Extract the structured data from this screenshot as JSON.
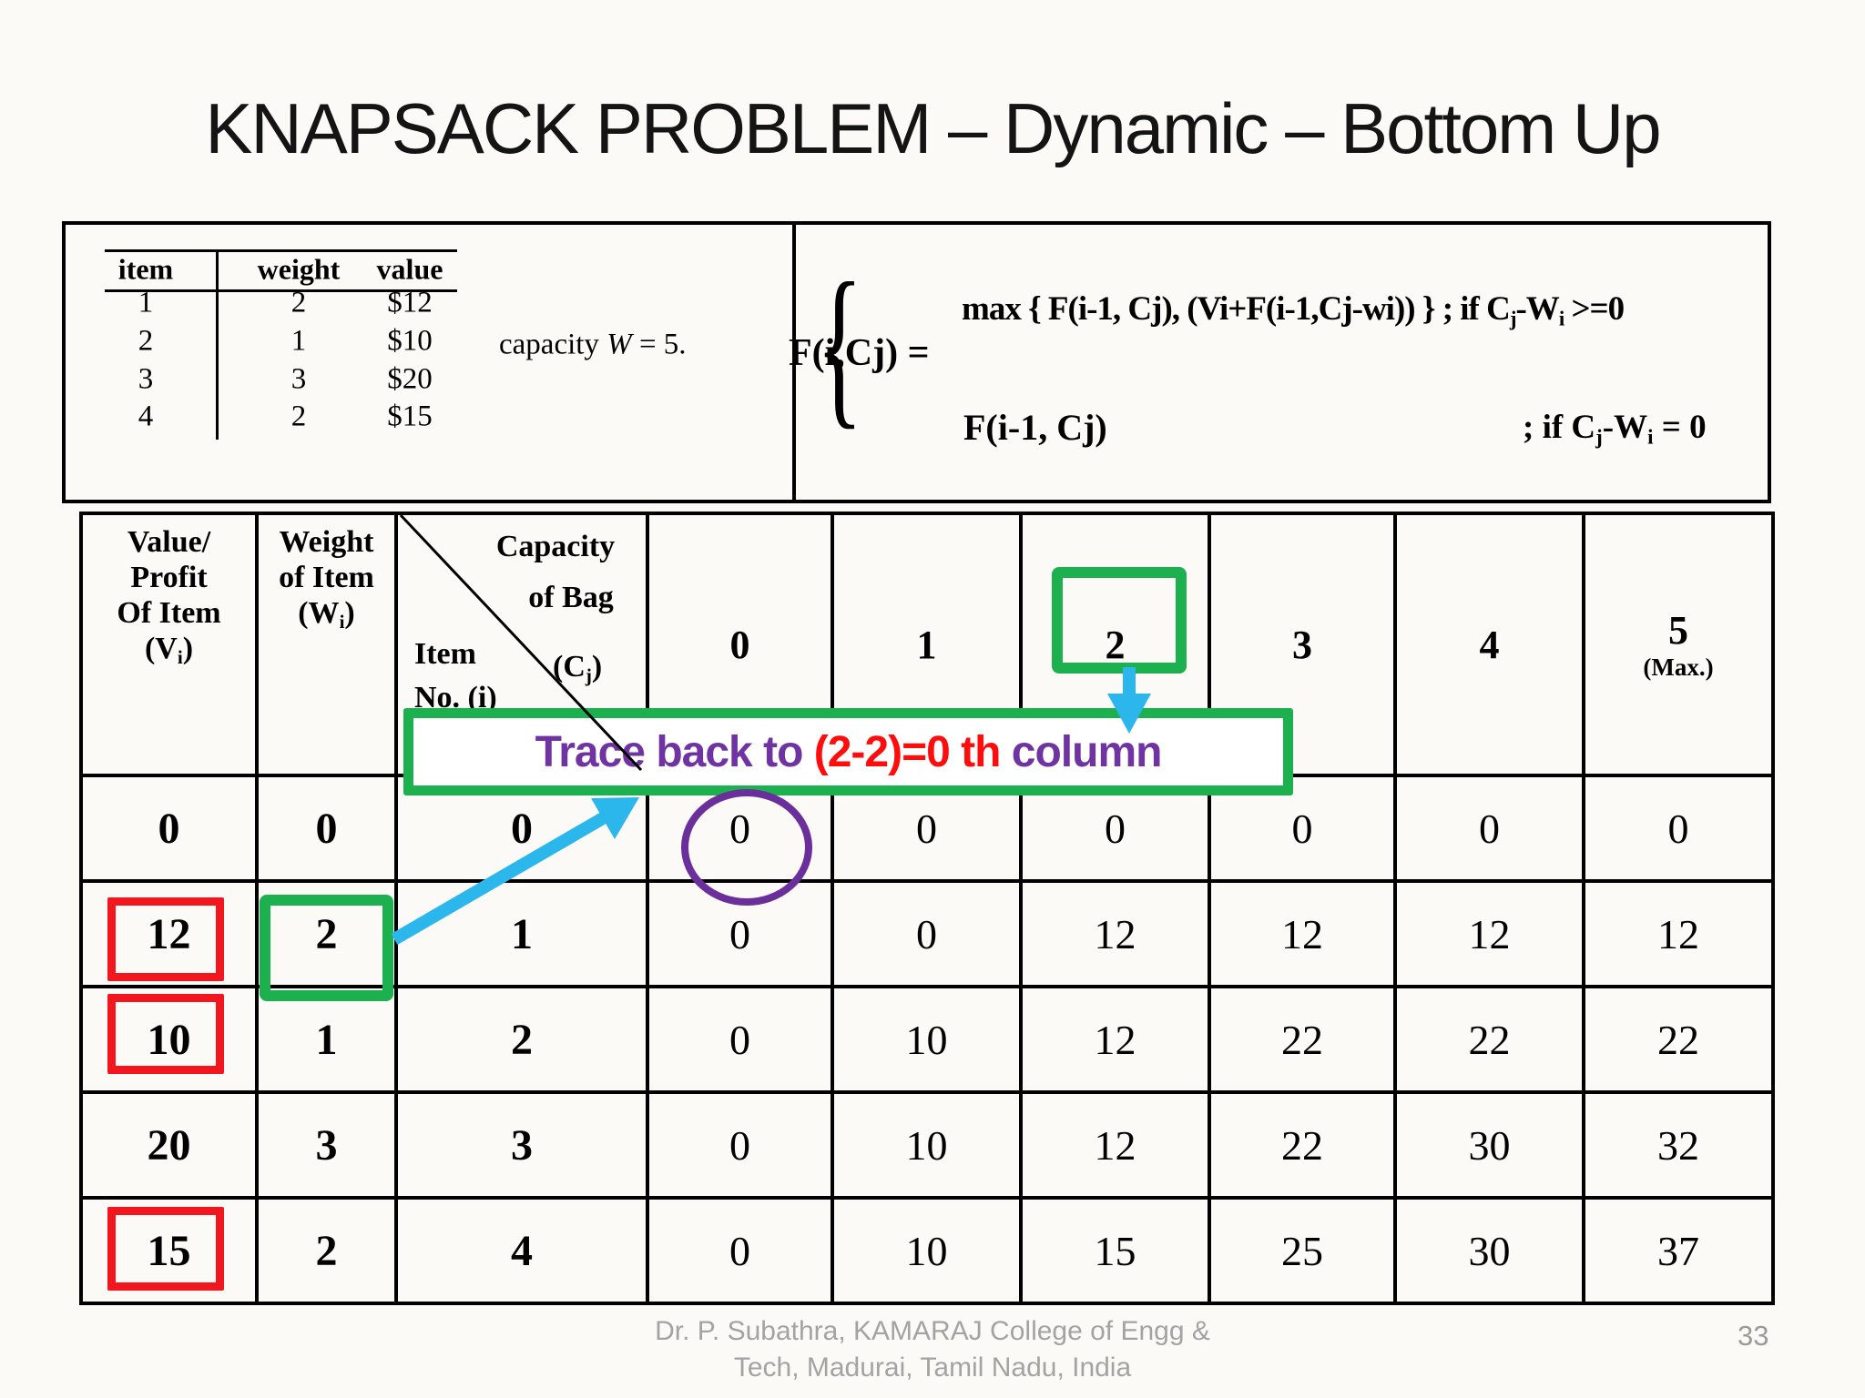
{
  "slide": {
    "title": "KNAPSACK PROBLEM – Dynamic – Bottom Up",
    "footer_line1": "Dr. P. Subathra, KAMARAJ College of Engg &",
    "footer_line2": "Tech, Madurai, Tamil Nadu, India",
    "page_number": "33"
  },
  "items_table": {
    "headers": [
      "item",
      "weight",
      "value"
    ],
    "rows": [
      [
        "1",
        "2",
        "$12"
      ],
      [
        "2",
        "1",
        "$10"
      ],
      [
        "3",
        "3",
        "$20"
      ],
      [
        "4",
        "2",
        "$15"
      ]
    ],
    "capacity_note": {
      "pre": "capacity ",
      "var": "W",
      "post": " = 5."
    }
  },
  "formula": {
    "lhs": "F(i,Cj) =",
    "brace": "{",
    "case1_expr": "max { F(i-1, Cj), (Vi+F(i-1,Cj-wi)) }  ",
    "case1_cond": {
      "pre": "; if C",
      "sub1": "j",
      "mid": "-W",
      "sub2": "i",
      "post": " >=0"
    },
    "case2_expr": "F(i-1, Cj)",
    "case2_cond": {
      "pre": "; if C",
      "sub1": "j",
      "mid": "-W",
      "sub2": "i",
      "post": " = 0"
    }
  },
  "dp": {
    "header": {
      "col1_lines": [
        "Value/",
        "Profit",
        "Of Item"
      ],
      "col1_sym": {
        "pre": "(V",
        "sub": "i",
        "post": ")"
      },
      "col2_lines": [
        "Weight",
        "of Item"
      ],
      "col2_sym": {
        "pre": "(W",
        "sub": "i",
        "post": ")"
      },
      "col3_capacity": "Capacity",
      "col3_of_bag": "of Bag",
      "col3_sym": {
        "pre": "(C",
        "sub": "j",
        "post": ")"
      },
      "col3_item": "Item",
      "col3_item_no": "No.  (i)",
      "cj_values": [
        "0",
        "1",
        "2",
        "3",
        "4",
        "5"
      ],
      "cj_max_note": "(Max.)"
    },
    "rows": [
      {
        "value": "0",
        "weight": "0",
        "item": "0",
        "cells": [
          "0",
          "0",
          "0",
          "0",
          "0",
          "0"
        ]
      },
      {
        "value": "12",
        "weight": "2",
        "item": "1",
        "cells": [
          "0",
          "0",
          "12",
          "12",
          "12",
          "12"
        ]
      },
      {
        "value": "10",
        "weight": "1",
        "item": "2",
        "cells": [
          "0",
          "10",
          "12",
          "22",
          "22",
          "22"
        ]
      },
      {
        "value": "20",
        "weight": "3",
        "item": "3",
        "cells": [
          "0",
          "10",
          "12",
          "22",
          "30",
          "32"
        ]
      },
      {
        "value": "15",
        "weight": "2",
        "item": "4",
        "cells": [
          "0",
          "10",
          "15",
          "25",
          "30",
          "37"
        ]
      }
    ]
  },
  "annotations": {
    "trace_part1": "Trace back to ",
    "trace_part2": "(2-2)=0 th ",
    "trace_part3": "column"
  },
  "colors": {
    "highlight_green": "#1cb04e",
    "highlight_red": "#f2171e",
    "trace_purple": "#6f34a2",
    "trace_red": "#fe0d0d",
    "arrow_blue": "#2bb7ec",
    "circle_purple": "#6b2f9c",
    "footer_gray": "#a3a3a3"
  }
}
